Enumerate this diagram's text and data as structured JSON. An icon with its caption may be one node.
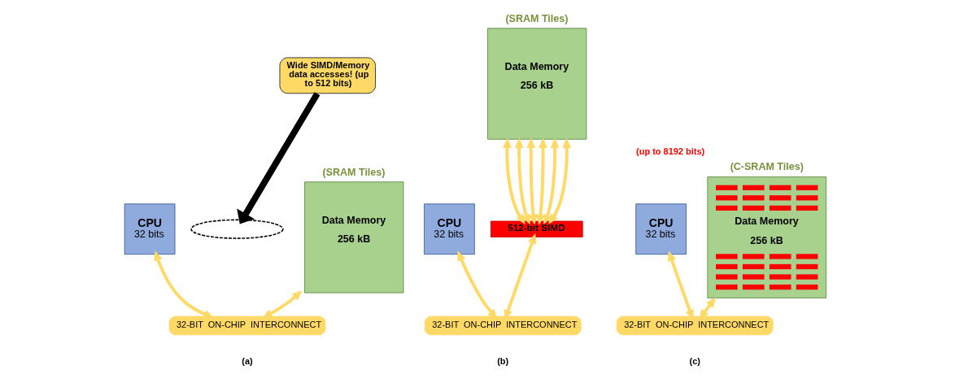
{
  "diagram": {
    "nodes": [
      {
        "text": [
          "CPU",
          "32 bits"
        ]
      },
      {
        "text": [
          "(SRAM Tiles)",
          "Data Memory",
          "256 kB"
        ]
      },
      {
        "text": [
          "32-BIT  ON-CHIP  INTERCONNECT"
        ]
      },
      {
        "text": [
          "Wide SIMD/Memory data accesses! (up to 512 bits)"
        ]
      },
      {
        "text": [
          "CPU",
          "32 bits"
        ]
      },
      {
        "text": [
          "(SRAM Tiles)",
          "Data Memory",
          "256 kB"
        ]
      },
      {
        "text": [],
        "shape": "ellipse"
      },
      {
        "text": [
          "512-bit SIMD"
        ]
      },
      {
        "text": [
          "32-BIT  ON-CHIP  INTERCONNECT"
        ]
      },
      {
        "text": [
          "CPU",
          "32 bits"
        ]
      },
      {
        "text": [
          "(C-SRAM Tiles)",
          "Data Memory",
          "256 kB"
        ],
        "beside": [
          "(up to 8192 bits)"
        ]
      },
      {
        "text": [
          "32-BIT  ON-CHIP  INTERCONNECT"
        ]
      }
    ],
    "edges": [
      {
        "from": 0,
        "to": 2,
        "arrow": "both"
      },
      {
        "from": 1,
        "to": 2,
        "arrow": "both"
      },
      {
        "from": 3,
        "to": 6,
        "arrow": "to",
        "style": "thick",
        "color": "#000000"
      },
      {
        "from": 5,
        "to": 7,
        "arrow": "both"
      },
      {
        "from": 5,
        "to": 7,
        "arrow": "both"
      },
      {
        "from": 5,
        "to": 7,
        "arrow": "both"
      },
      {
        "from": 5,
        "to": 7,
        "arrow": "both"
      },
      {
        "from": 5,
        "to": 7,
        "arrow": "both"
      },
      {
        "from": 5,
        "to": 7,
        "arrow": "both"
      },
      {
        "from": 4,
        "to": 8,
        "arrow": "both"
      },
      {
        "from": 7,
        "to": 8,
        "arrow": "both"
      },
      {
        "from": 9,
        "to": 11,
        "arrow": "both"
      },
      {
        "from": 10,
        "to": 11,
        "arrow": "both"
      }
    ],
    "labels": [
      "(a)",
      "(b)",
      "(c)"
    ]
  }
}
